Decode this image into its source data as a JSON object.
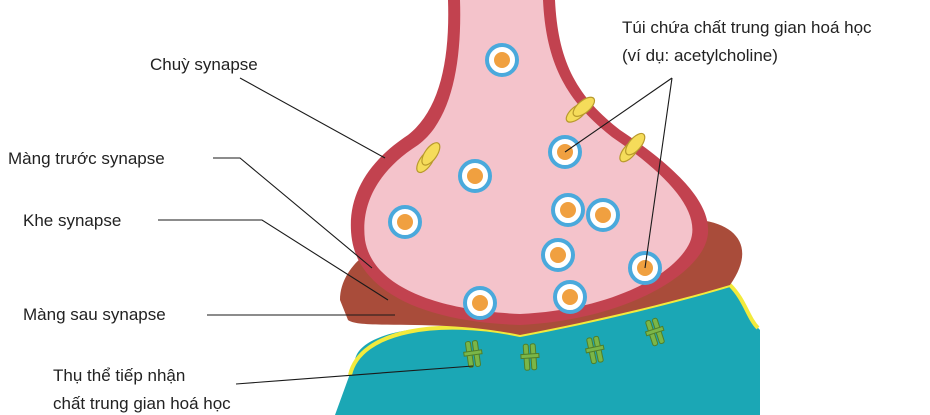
{
  "labels": {
    "presynaptic_knob": "Chuỳ synapse",
    "presynaptic_membrane": "Màng trước synapse",
    "synaptic_cleft": "Khe synapse",
    "postsynaptic_membrane": "Màng sau synapse",
    "receptor_line1": "Thụ thể tiếp nhận",
    "receptor_line2": "chất trung gian hoá học",
    "vesicle_line1": "Túi chứa chất trung gian hoá học",
    "vesicle_line2": "(ví dụ: acetylcholine)"
  },
  "colors": {
    "cytoplasm": "#f4c3cb",
    "presynaptic_membrane": "#c2424f",
    "synaptic_cleft": "#a94c3a",
    "postsynaptic_cell": "#1ba7b5",
    "postsynaptic_membrane": "#f2ea3c",
    "vesicle_ring": "#4aa9dc",
    "vesicle_core": "#f0a040",
    "receptor": "#7ab648",
    "channel": "#f5dc5a"
  }
}
